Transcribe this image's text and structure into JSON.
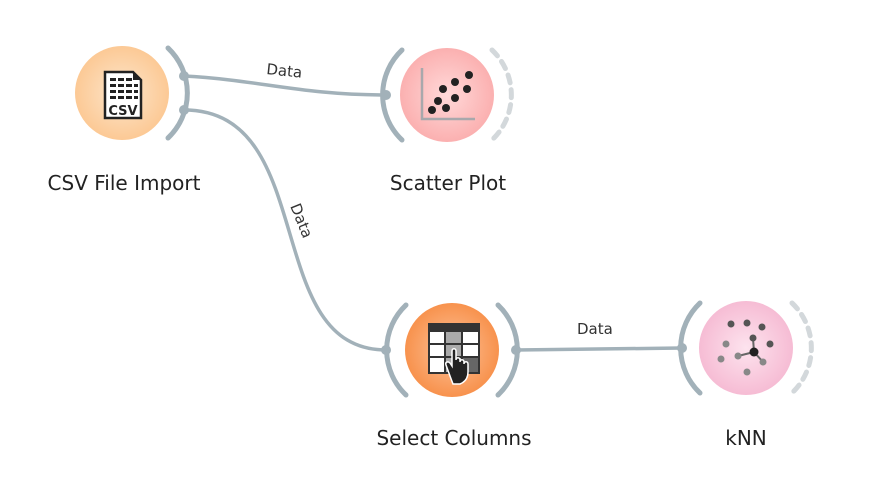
{
  "canvas": {
    "background": "#ffffff",
    "link_color": "#a2b1b9",
    "anchor_color": "#a2b1b9",
    "inactive_anchor_color": "#d3d8db"
  },
  "nodes": [
    {
      "id": "csv",
      "label": "CSV File Import",
      "icon": "csv-file-icon",
      "color": "#fdd0a0",
      "color_center": "#fde4c9"
    },
    {
      "id": "scatter",
      "label": "Scatter Plot",
      "icon": "scatter-plot-icon",
      "color": "#fdb8b8",
      "color_center": "#ffd6d6"
    },
    {
      "id": "select",
      "label": "Select Columns",
      "icon": "select-columns-icon",
      "color": "#f99b58",
      "color_center": "#fcc29a"
    },
    {
      "id": "knn",
      "label": "kNN",
      "icon": "knn-icon",
      "color": "#f9c7dc",
      "color_center": "#fde0ec"
    }
  ],
  "links": [
    {
      "from": "csv",
      "to": "scatter",
      "label": "Data"
    },
    {
      "from": "csv",
      "to": "select",
      "label": "Data"
    },
    {
      "from": "select",
      "to": "knn",
      "label": "Data"
    }
  ]
}
